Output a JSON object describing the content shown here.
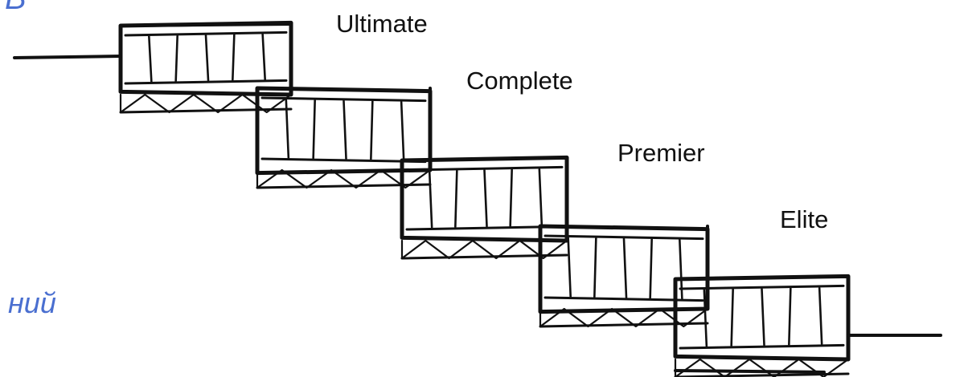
{
  "slide": {
    "text_fragment_top": "В",
    "text_fragment_bottom": "ний"
  },
  "levels": [
    {
      "label": "Ultimate"
    },
    {
      "label": "Complete"
    },
    {
      "label": "Premier"
    },
    {
      "label": "Elite"
    }
  ],
  "colors": {
    "ink": "#111111",
    "accent_text": "#4a6fd0",
    "background": "#ffffff"
  }
}
